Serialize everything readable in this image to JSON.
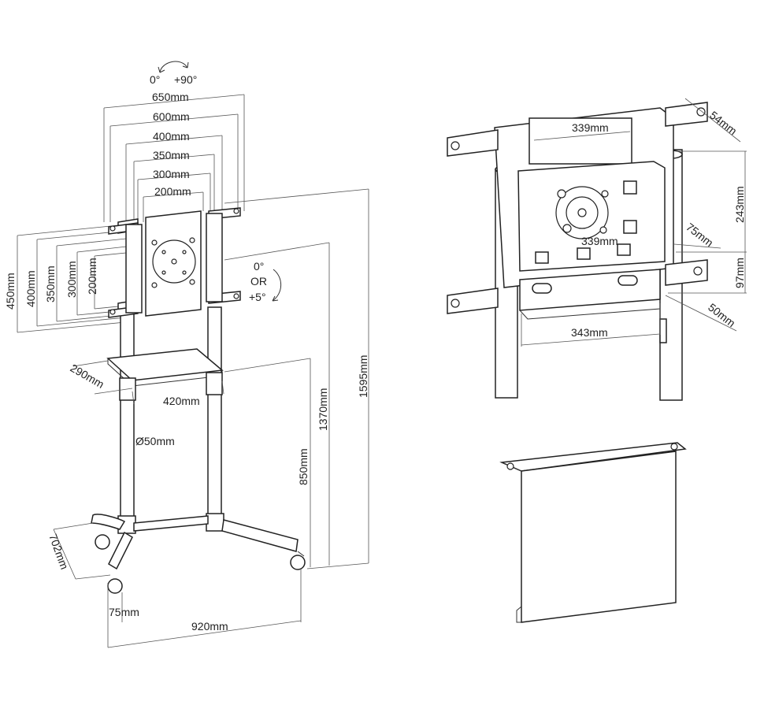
{
  "stand": {
    "rotation_range": [
      "0°",
      "+90°"
    ],
    "tilt": [
      "0°",
      "OR",
      "+5°"
    ],
    "horizontal_spacings": [
      "650mm",
      "600mm",
      "400mm",
      "350mm",
      "300mm",
      "200mm"
    ],
    "vertical_spacings": [
      "450mm",
      "400mm",
      "350mm",
      "300mm",
      "200mm"
    ],
    "pole_diameter": "Ø50mm",
    "shelf_depth": "290mm",
    "shelf_width": "420mm",
    "shelf_height": "850mm",
    "min_height": "1370mm",
    "max_height": "1595mm",
    "base_depth": "702mm",
    "base_width": "920mm",
    "caster_offset": "75mm"
  },
  "detail_bracket": {
    "top_width": "339mm",
    "mid_width": "339mm",
    "bottom_width": "343mm",
    "right_offset": "54mm",
    "diag_offset": "75mm",
    "clamp_offset": "50mm",
    "height": "243mm",
    "lower_height": "97mm"
  }
}
